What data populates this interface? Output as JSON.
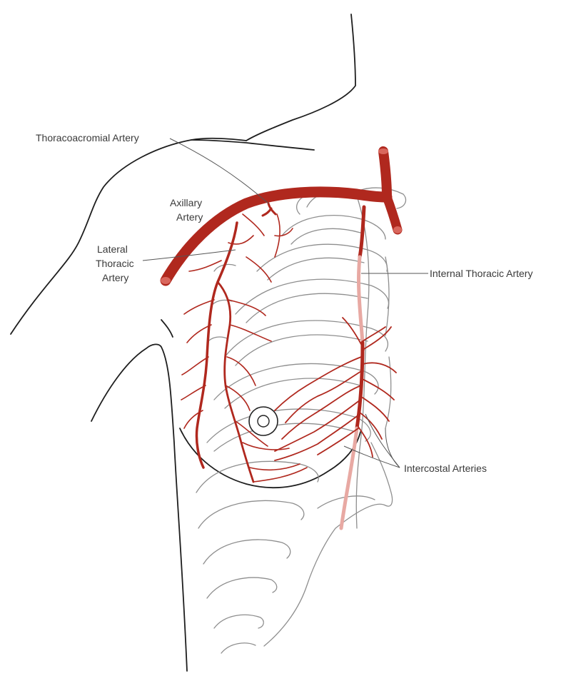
{
  "labels": {
    "thoracoacromial": "Thoracoacromial Artery",
    "axillary_line1": "Axillary",
    "axillary_line2": "Artery",
    "lateral_line1": "Lateral",
    "lateral_line2": "Thoracic",
    "lateral_line3": "Artery",
    "internal_thoracic": "Internal Thoracic Artery",
    "intercostal": "Intercostal Arteries"
  },
  "colors": {
    "artery": "#b0281e",
    "artery_faded": "#e8a9a3",
    "outline": "#1e1e1e",
    "ribs": "#8e8e8e"
  }
}
